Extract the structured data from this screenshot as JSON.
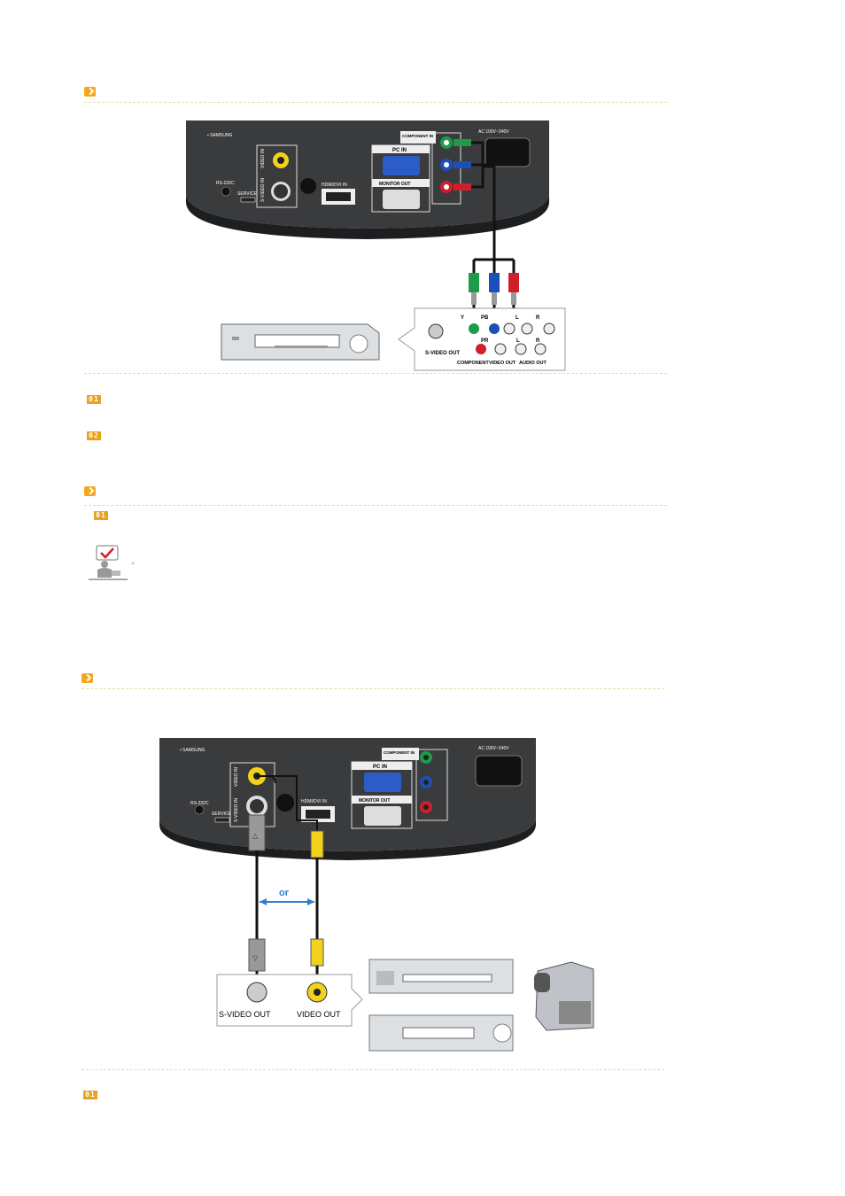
{
  "step_badges": {
    "one": "01",
    "two": "02"
  },
  "diagram1": {
    "panel": {
      "rs232c": "RS-232C",
      "service": "SERVICE",
      "video_in": "VIDEO IN",
      "s_video_in": "S-VIDEO IN",
      "hdmi_dvi_in": "HDMI/DVI IN",
      "pc_in": "PC IN",
      "monitor_out": "MONITOR OUT",
      "component_in": "COMPONENT IN",
      "ac": "AC 100V~240V"
    },
    "source_panel": {
      "s_video_out": "S-VIDEO OUT",
      "y": "Y",
      "pb": "PB",
      "pr": "PR",
      "l": "L",
      "r": "R",
      "component": "COMPONENT",
      "video_out": "VIDEO OUT",
      "audio_out": "AUDIO OUT"
    }
  },
  "diagram2": {
    "panel": {
      "rs232c": "RS-232C",
      "service": "SERVICE",
      "video_in": "VIDEO IN",
      "s_video_in": "S-VIDEO IN",
      "hdmi_dvi_in": "HDMI/DVI IN",
      "pc_in": "PC IN",
      "monitor_out": "MONITOR OUT",
      "component_in": "COMPONENT IN",
      "ac": "AC 100V~240V"
    },
    "or_label": "or",
    "s_video_out": "S-VIDEO OUT",
    "video_out": "VIDEO OUT"
  },
  "colors": {
    "accent": "#f2a81d",
    "green": "#1e9a4a",
    "blue": "#1d4fb8",
    "red": "#d01f2a",
    "yellow": "#f2d21c",
    "arrow_blue": "#2b7fd0"
  }
}
